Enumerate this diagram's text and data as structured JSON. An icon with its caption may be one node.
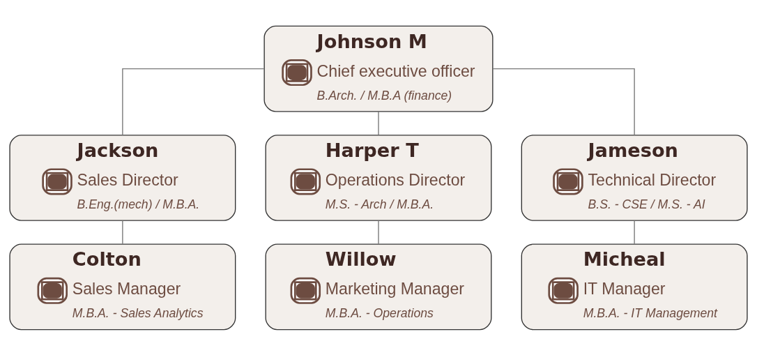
{
  "diagram": {
    "nodes": [
      {
        "text": [
          "Johnson M",
          "Chief executive officer",
          "B.Arch. / M.B.A (finance)"
        ]
      },
      {
        "text": [
          "Jackson",
          "Sales Director",
          "B.Eng.(mech) / M.B.A."
        ]
      },
      {
        "text": [
          "Harper T",
          "Operations Director",
          "M.S. - Arch / M.B.A."
        ]
      },
      {
        "text": [
          "Jameson",
          "Technical Director",
          "B.S. - CSE / M.S. - AI"
        ]
      },
      {
        "text": [
          "Colton",
          "Sales Manager",
          "M.B.A. - Sales Analytics"
        ]
      },
      {
        "text": [
          "Willow",
          "Marketing Manager",
          "M.B.A. - Operations"
        ]
      },
      {
        "text": [
          "Micheal",
          "IT Manager",
          "M.B.A. - IT Management"
        ]
      }
    ],
    "edges": [
      {
        "from": 0,
        "to": 1,
        "arrow": "none"
      },
      {
        "from": 0,
        "to": 2,
        "arrow": "none"
      },
      {
        "from": 0,
        "to": 3,
        "arrow": "none"
      },
      {
        "from": 1,
        "to": 4,
        "arrow": "none"
      },
      {
        "from": 2,
        "to": 5,
        "arrow": "none"
      },
      {
        "from": 3,
        "to": 6,
        "arrow": "none"
      }
    ]
  }
}
